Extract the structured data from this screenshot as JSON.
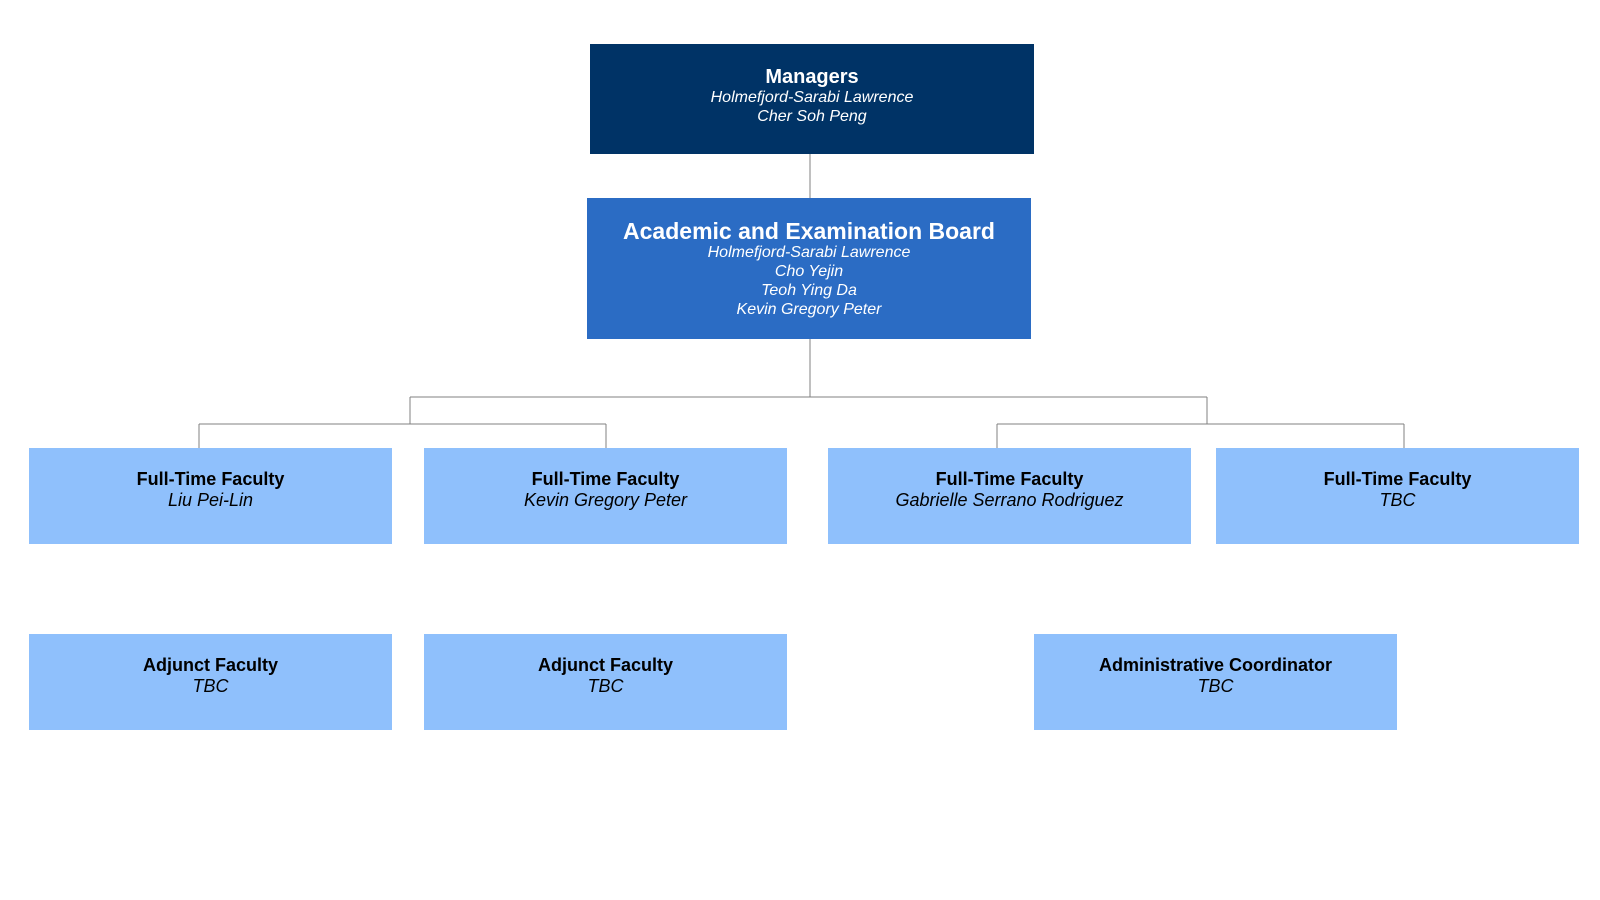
{
  "org_chart": {
    "managers": {
      "title": "Managers",
      "names": [
        "Holmefjord-Sarabi Lawrence",
        "Cher Soh Peng"
      ]
    },
    "board": {
      "title": "Academic and Examination Board",
      "names": [
        "Holmefjord-Sarabi Lawrence",
        "Cho Yejin",
        "Teoh Ying Da",
        "Kevin Gregory Peter"
      ]
    },
    "full_time": [
      {
        "title": "Full-Time Faculty",
        "name": "Liu Pei-Lin"
      },
      {
        "title": "Full-Time Faculty",
        "name": "Kevin Gregory Peter"
      },
      {
        "title": "Full-Time Faculty",
        "name": "Gabrielle Serrano Rodriguez"
      },
      {
        "title": "Full-Time Faculty",
        "name": "TBC"
      }
    ],
    "adjunct": [
      {
        "title": "Adjunct Faculty",
        "name": "TBC"
      },
      {
        "title": "Adjunct Faculty",
        "name": "TBC"
      }
    ],
    "admin": {
      "title": "Administrative Coordinator",
      "name": "TBC"
    }
  },
  "colors": {
    "managers_fill": "#003366",
    "board_fill": "#2b6cc4",
    "staff_fill": "#8fc0fc",
    "connector": "#808080"
  }
}
